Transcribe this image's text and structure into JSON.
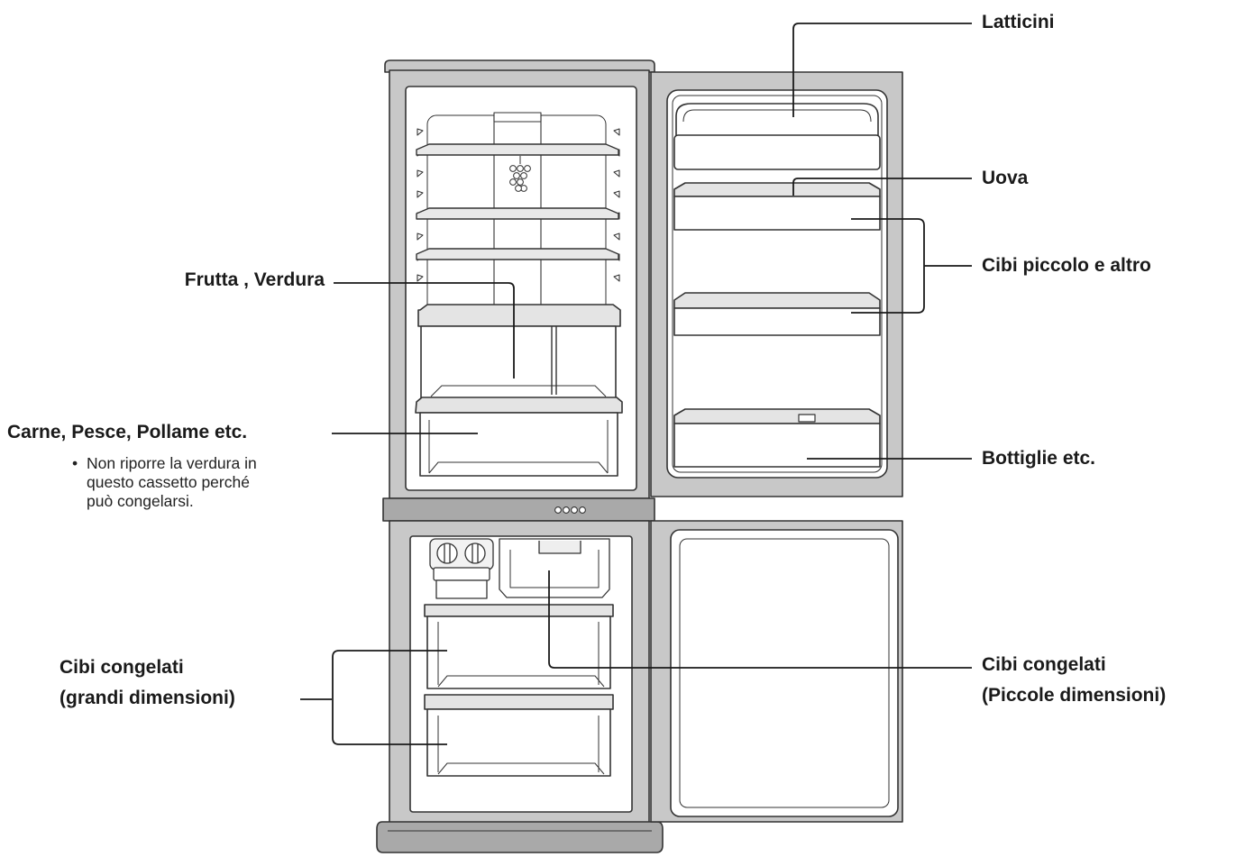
{
  "labels": {
    "latticini": "Latticini",
    "uova": "Uova",
    "cibi_piccolo": "Cibi piccolo e altro",
    "frutta_verdura": "Frutta , Verdura",
    "carne_pesce": "Carne, Pesce, Pollame etc.",
    "bottiglie": "Bottiglie etc.",
    "congelati_grandi_1": "Cibi congelati",
    "congelati_grandi_2": "(grandi dimensioni)",
    "congelati_piccole_1": "Cibi congelati",
    "congelati_piccole_2": "(Piccole dimensioni)"
  },
  "note": {
    "bullet": "•",
    "line1": "Non riporre la verdura in",
    "line2": "questo cassetto perché",
    "line3": "può congelarsi."
  },
  "colors": {
    "outline": "#333333",
    "cabinet": "#c8c8c8",
    "interior": "#ffffff",
    "shelf": "#e4e4e4",
    "divider": "#7a7a7a"
  }
}
